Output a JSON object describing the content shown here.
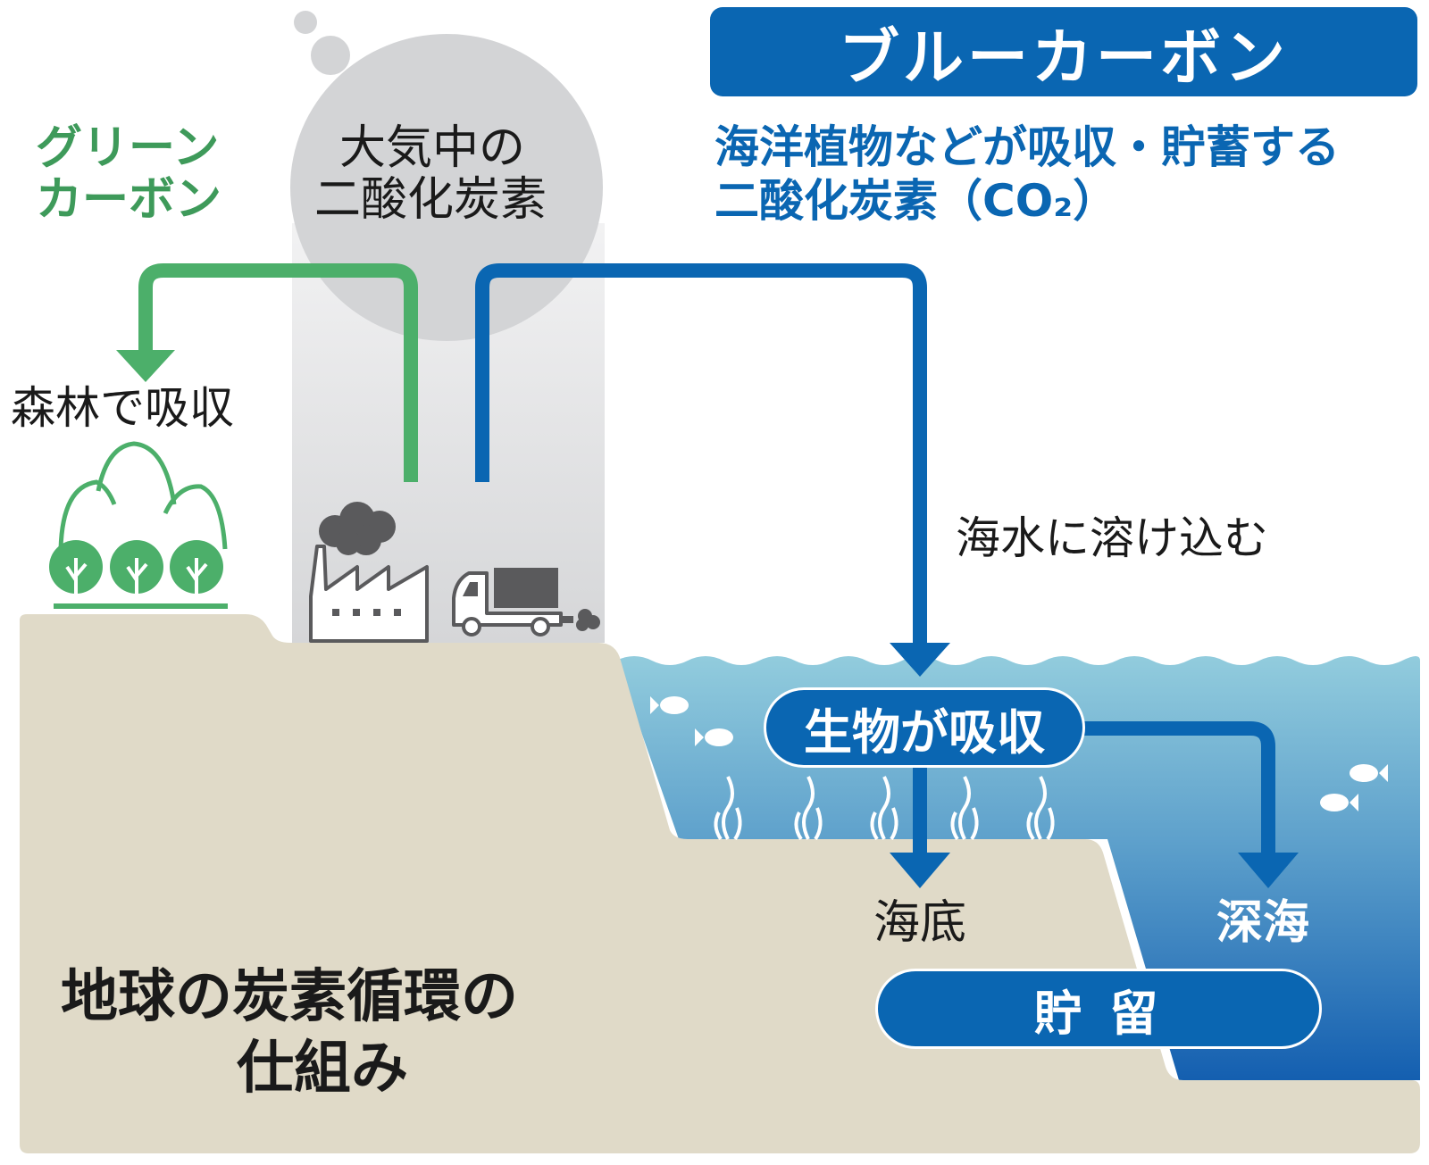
{
  "colors": {
    "blue": "#0A66B2",
    "blue_dark": "#0755A0",
    "green": "#4CAF6A",
    "green_text": "#3E9A5A",
    "land": "#E0DAC8",
    "atmosphere": "#D3D4D6",
    "smoke": "#5A5A5C",
    "water_top": "#8CC8DA",
    "water_bottom": "#1E64B0",
    "text_dark": "#1A1A1A"
  },
  "header": {
    "title": "ブルーカーボン",
    "subtitle_line1": "海洋植物などが吸収・貯蓄する",
    "subtitle_line2": "二酸化炭素（CO₂）"
  },
  "green_carbon": {
    "line1": "グリーン",
    "line2": "カーボン"
  },
  "atmosphere": {
    "line1": "大気中の",
    "line2": "二酸化炭素"
  },
  "labels": {
    "forest_absorb": "森林で吸収",
    "dissolve": "海水に溶け込む",
    "organism_absorb": "生物が吸収",
    "seabed": "海底",
    "deep_sea": "深海",
    "storage": "貯 留"
  },
  "footer_title": {
    "line1": "地球の炭素循環の",
    "line2": "仕組み"
  },
  "icons": [
    "forest-icon",
    "factory-icon",
    "truck-icon",
    "fish-icon",
    "seaweed-icon",
    "arrow-down-icon"
  ]
}
